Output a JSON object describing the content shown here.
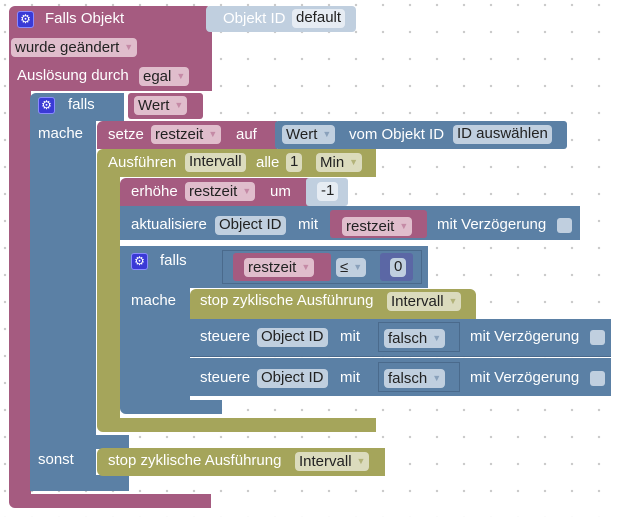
{
  "colors": {
    "event": "#a55b80",
    "logic": "#5b80a5",
    "timer": "#a5a55b",
    "math": "#5b67a5"
  },
  "trigger": {
    "title": "Falls Objekt",
    "icon": "gear-icon",
    "object_id_label": "Objekt ID",
    "object_id_value": "default",
    "condition": "wurde geändert",
    "trigger_by_label": "Auslösung durch",
    "trigger_by_value": "egal"
  },
  "if_block": {
    "if_label": "falls",
    "do_label": "mache",
    "else_label": "sonst",
    "condition_var": "Wert"
  },
  "set_block": {
    "label": "setze",
    "variable": "restzeit",
    "to_label": "auf",
    "getter_field": "Wert",
    "from_label": "vom Objekt ID",
    "object_id": "ID auswählen"
  },
  "interval_block": {
    "label": "Ausführen",
    "name": "Intervall",
    "every_label": "alle",
    "amount": "1",
    "unit": "Min"
  },
  "increment_block": {
    "label": "erhöhe",
    "variable": "restzeit",
    "by_label": "um",
    "value": "-1"
  },
  "update_block": {
    "label": "aktualisiere",
    "object_id": "Object ID",
    "with_label": "mit",
    "variable": "restzeit",
    "delay_label": "mit Verzögerung"
  },
  "inner_if": {
    "if_label": "falls",
    "do_label": "mache",
    "compare_var": "restzeit",
    "operator": "≤",
    "compare_value": "0"
  },
  "stop_block_inner": {
    "label": "stop zyklische Ausführung",
    "name": "Intervall"
  },
  "control_blocks": [
    {
      "label": "steuere",
      "object_id": "Object ID",
      "with_label": "mit",
      "value": "falsch",
      "delay_label": "mit Verzögerung"
    },
    {
      "label": "steuere",
      "object_id": "Object ID",
      "with_label": "mit",
      "value": "falsch",
      "delay_label": "mit Verzögerung"
    }
  ],
  "stop_block_else": {
    "label": "stop zyklische Ausführung",
    "name": "Intervall"
  }
}
